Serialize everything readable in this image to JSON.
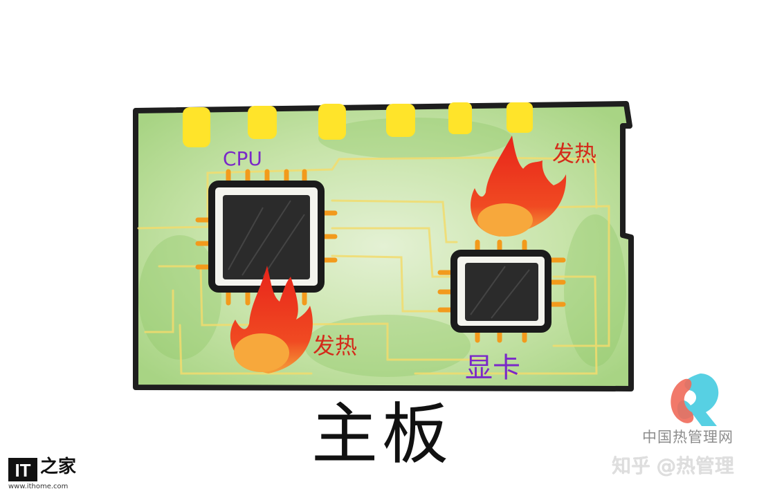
{
  "labels": {
    "cpu": "CPU",
    "heat_cpu": "发热",
    "heat_gpu": "发热",
    "gpu": "显卡",
    "title": "主板"
  },
  "watermarks": {
    "site": "中国热管理网",
    "author": "知乎 @热管理",
    "it_logo": "IT之家",
    "it_url": "www.ithome.com"
  },
  "colors": {
    "label_purple": "#7a28c8",
    "heat_red": "#d42a1a",
    "board_green": "#b6db92",
    "chip_black": "#1b1b1b",
    "pin_orange": "#f29a1c",
    "slot_yellow": "#ffe42a",
    "trace_yellow": "#f5e27a",
    "title_black": "#111111",
    "watermark_gray": "#8c8c8c"
  },
  "icons": [
    "flame-icon",
    "thermal-logo-icon",
    "ithome-logo-icon"
  ]
}
